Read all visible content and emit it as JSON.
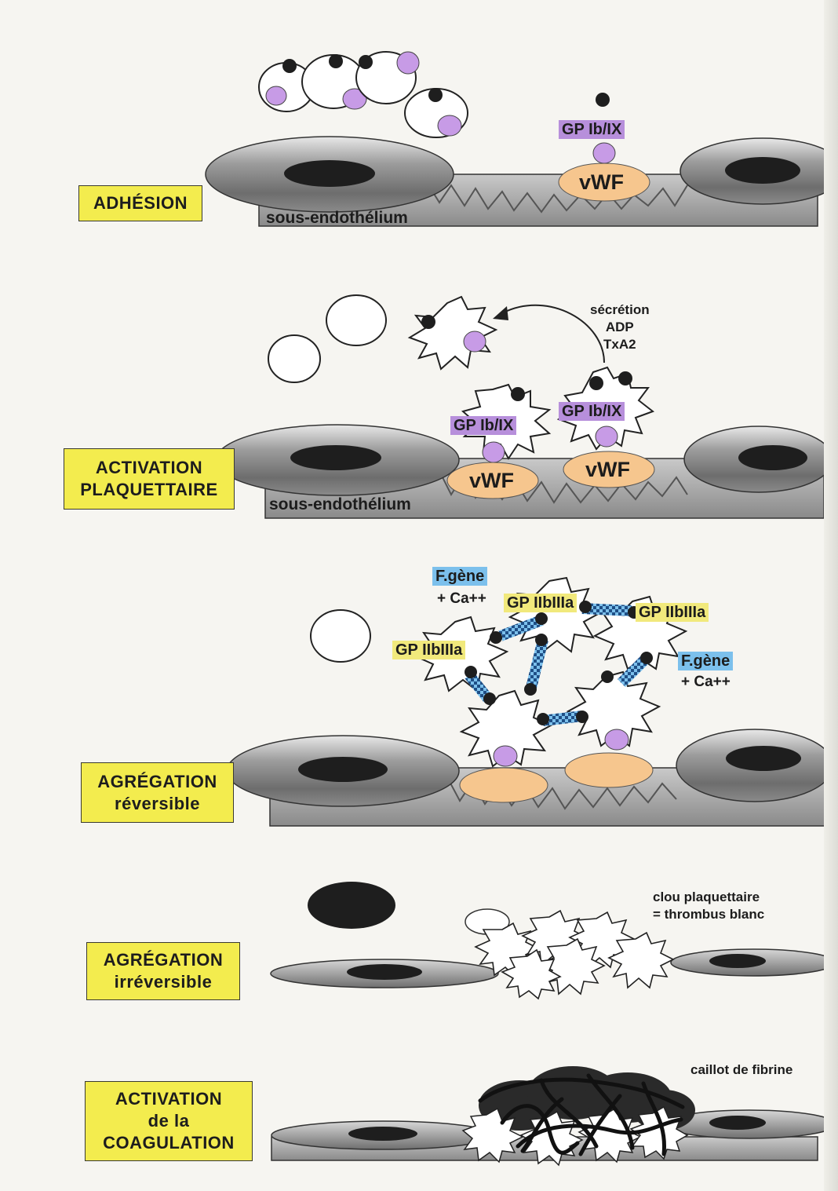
{
  "stages": [
    {
      "lines": [
        "ADHÉSION"
      ]
    },
    {
      "lines": [
        "ACTIVATION",
        "PLAQUETTAIRE"
      ]
    },
    {
      "lines": [
        "AGRÉGATION",
        "réversible"
      ]
    },
    {
      "lines": [
        "AGRÉGATION",
        "irréversible"
      ]
    },
    {
      "lines": [
        "ACTIVATION",
        "de la",
        "COAGULATION"
      ]
    }
  ],
  "labels": {
    "sous_endothelium": "sous-endothélium",
    "vwf": "vWF",
    "gp_ib_ix": "GP Ib/IX",
    "gp_iib_iiia": "GP IIbIIIa",
    "secretion": [
      "sécrétion",
      "ADP",
      "TxA2"
    ],
    "fibrinogene": "F.gène",
    "calcium": "+ Ca++",
    "clou": [
      "clou plaquettaire",
      "= thrombus blanc"
    ],
    "caillot": "caillot de fibrine"
  },
  "colors": {
    "stage_box": "#f3ec4e",
    "granule_purple": "#c79be6",
    "vwf_orange": "#f6c68e",
    "gp_ib_highlight": "#b78fdb",
    "gp_iib_highlight": "#f1e97c",
    "fibrinogen_blue": "#7cc0ec",
    "nucleus": "#1e1e1e"
  }
}
